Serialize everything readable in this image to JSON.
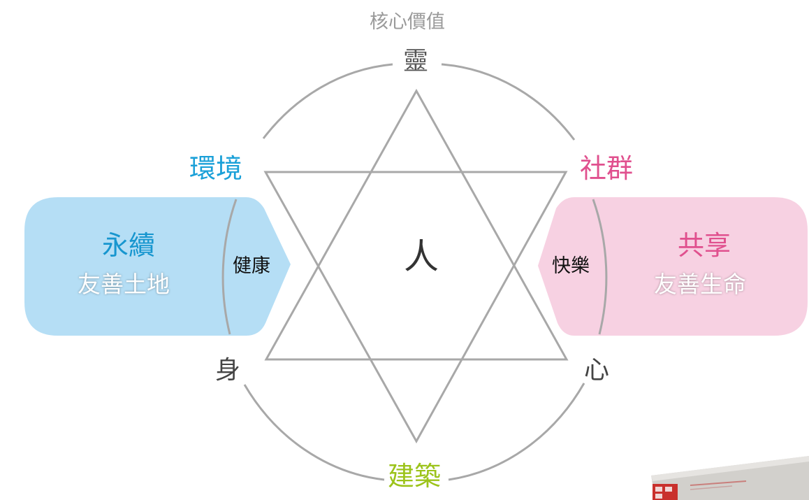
{
  "diagram": {
    "title": "核心價值",
    "nodes": {
      "top": "靈",
      "upper_left": "環境",
      "upper_right": "社群",
      "lower_left": "身",
      "lower_right": "心",
      "bottom": "建築",
      "center": "人"
    },
    "left_panel": {
      "arrow_label": "健康",
      "heading": "永續",
      "subheading": "友善土地"
    },
    "right_panel": {
      "arrow_label": "快樂",
      "heading": "共享",
      "subheading": "友善生命"
    },
    "colors": {
      "environment_blue": "#1aa0d8",
      "community_pink": "#e0508e",
      "building_green": "#9cc31a",
      "left_panel_fill": "#b5def5",
      "right_panel_fill": "#f7d1e2",
      "line_gray": "#a8a8a8"
    }
  }
}
